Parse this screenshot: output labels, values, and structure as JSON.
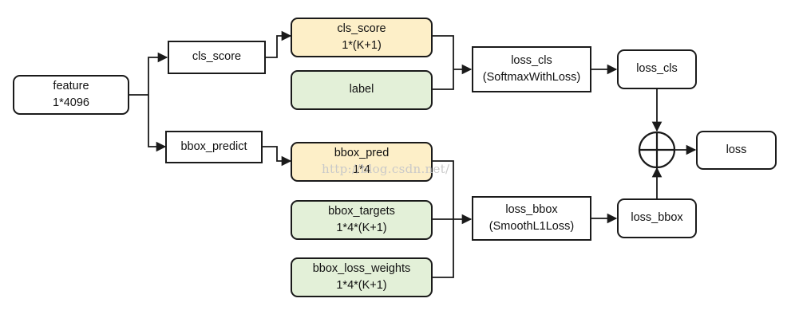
{
  "nodes": {
    "feature": {
      "line1": "feature",
      "line2": "1*4096"
    },
    "cls_score_layer": {
      "label": "cls_score"
    },
    "bbox_predict_layer": {
      "label": "bbox_predict"
    },
    "cls_score_blob": {
      "line1": "cls_score",
      "line2": "1*(K+1)"
    },
    "label_blob": {
      "label": "label"
    },
    "bbox_pred_blob": {
      "line1": "bbox_pred",
      "line2": "1*4"
    },
    "bbox_targets_blob": {
      "line1": "bbox_targets",
      "line2": "1*4*(K+1)"
    },
    "bbox_loss_weights_blob": {
      "line1": "bbox_loss_weights",
      "line2": "1*4*(K+1)"
    },
    "loss_cls_layer": {
      "line1": "loss_cls",
      "line2": "(SoftmaxWithLoss)"
    },
    "loss_bbox_layer": {
      "line1": "loss_bbox",
      "line2": "(SmoothL1Loss)"
    },
    "loss_cls_blob": {
      "label": "loss_cls"
    },
    "loss_bbox_blob": {
      "label": "loss_bbox"
    },
    "loss_blob": {
      "label": "loss"
    }
  },
  "watermark": "http://blog.csdn.net/",
  "colors": {
    "input_blob": "#fdefc8",
    "label_blob": "#e3f0d8",
    "line": "#1a1a1a"
  }
}
